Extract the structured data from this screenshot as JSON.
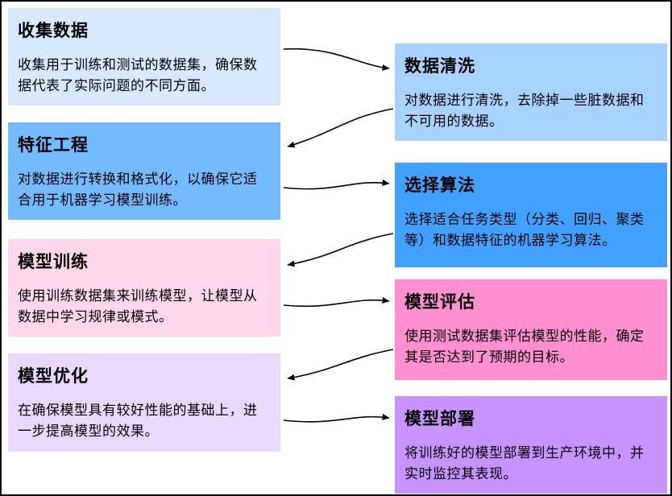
{
  "diagram": {
    "kind": "flowchart",
    "language": "zh-CN",
    "nodes": [
      {
        "id": "collect",
        "side": "left",
        "title": "收集数据",
        "body": "收集用于训练和测试的数据集，确保数据代表了实际问题的不同方面。",
        "color": "#d8e8ff"
      },
      {
        "id": "clean",
        "side": "right",
        "title": "数据清洗",
        "body": "对数据进行清洗，去除掉一些脏数据和不可用的数据。",
        "color": "#a8d2ff"
      },
      {
        "id": "feature",
        "side": "left",
        "title": "特征工程",
        "body": "对数据进行转换和格式化，以确保它适合用于机器学习模型训练。",
        "color": "#74baff"
      },
      {
        "id": "algorithm",
        "side": "right",
        "title": "选择算法",
        "body": "选择适合任务类型（分类、回归、聚类等）和数据特征的机器学习算法。",
        "color": "#42a1fe"
      },
      {
        "id": "train",
        "side": "left",
        "title": "模型训练",
        "body": "使用训练数据集来训练模型，让模型从数据中学习规律或模式。",
        "color": "#ffd7eb"
      },
      {
        "id": "evaluate",
        "side": "right",
        "title": "模型评估",
        "body": "使用测试数据集评估模型的性能，确定其是否达到了预期的目标。",
        "color": "#fe8fd1"
      },
      {
        "id": "optimize",
        "side": "left",
        "title": "模型优化",
        "body": "在确保模型具有较好性能的基础上，进一步提高模型的效果。",
        "color": "#e9d8fe"
      },
      {
        "id": "deploy",
        "side": "right",
        "title": "模型部署",
        "body": "将训练好的模型部署到生产环境中，并实时监控其表现。",
        "color": "#c893fe"
      }
    ],
    "edges": [
      {
        "from": "collect",
        "to": "clean"
      },
      {
        "from": "clean",
        "to": "feature"
      },
      {
        "from": "feature",
        "to": "algorithm"
      },
      {
        "from": "algorithm",
        "to": "train"
      },
      {
        "from": "train",
        "to": "evaluate"
      },
      {
        "from": "evaluate",
        "to": "optimize"
      },
      {
        "from": "optimize",
        "to": "deploy"
      }
    ],
    "arrow_color": "#000000"
  }
}
